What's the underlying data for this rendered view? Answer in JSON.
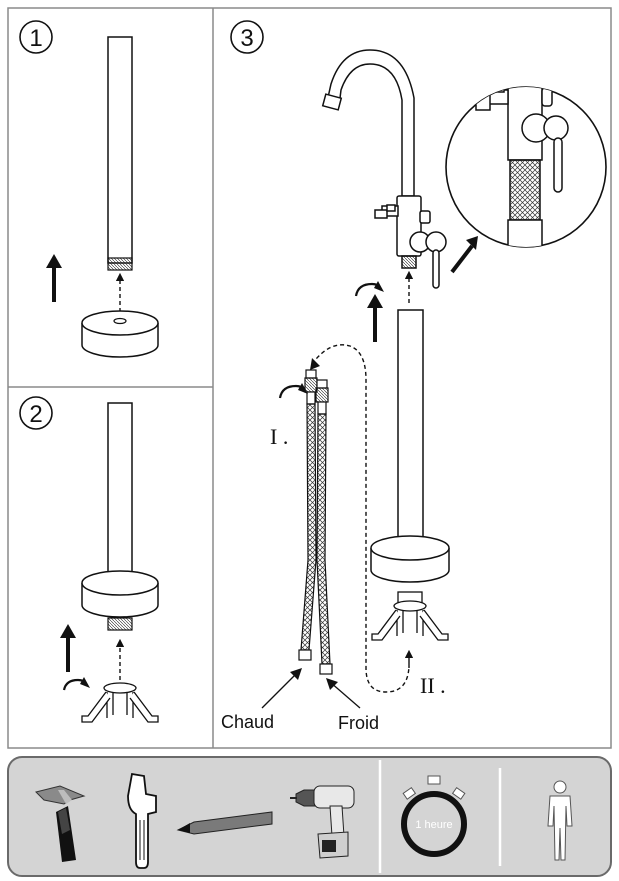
{
  "steps": [
    {
      "number": "1"
    },
    {
      "number": "2"
    },
    {
      "number": "3"
    }
  ],
  "labels": {
    "hot": "Chaud",
    "cold": "Froid",
    "hose_one": "I .",
    "hose_two": "II ."
  },
  "tools_bar": {
    "time": "1 heure",
    "tools": [
      "hammer-icon",
      "adjustable-wrench-icon",
      "pencil-icon",
      "cordless-drill-icon"
    ],
    "time_icon": "stopwatch-icon",
    "people_icon": "person-icon",
    "people_count": 1
  },
  "colors": {
    "frame": "#8a8a8a",
    "toolbar_bg": "#d4d4d4",
    "line": "#111111"
  }
}
